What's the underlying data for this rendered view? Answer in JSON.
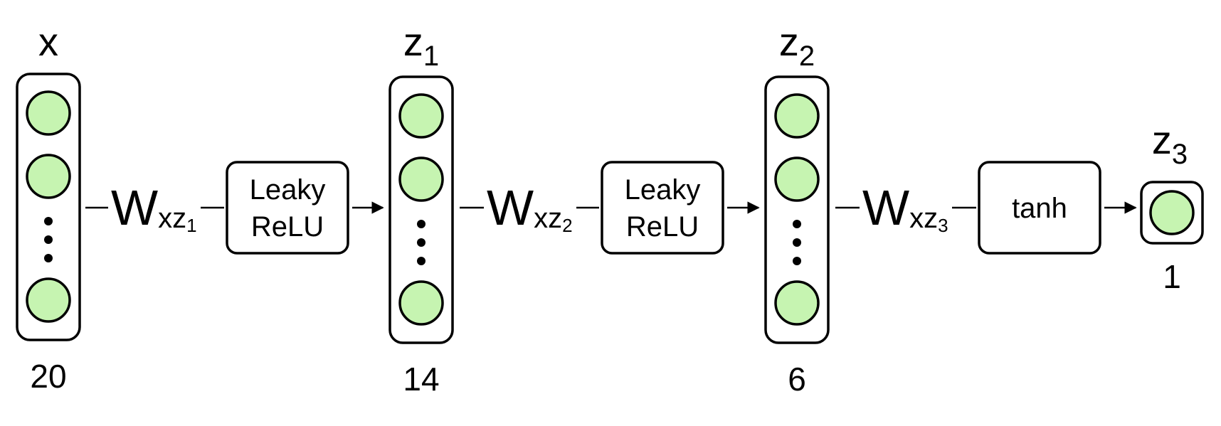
{
  "colors": {
    "neuron_fill": "#c6f4b1",
    "stroke": "#000000",
    "background": "#ffffff"
  },
  "layers": [
    {
      "name": "x",
      "sub": "",
      "size": "20"
    },
    {
      "name": "z",
      "sub": "1",
      "size": "14"
    },
    {
      "name": "z",
      "sub": "2",
      "size": "6"
    },
    {
      "name": "z",
      "sub": "3",
      "size": "1"
    }
  ],
  "weights": [
    {
      "main": "W",
      "sub": "xz",
      "subsub": "1"
    },
    {
      "main": "W",
      "sub": "xz",
      "subsub": "2"
    },
    {
      "main": "W",
      "sub": "xz",
      "subsub": "3"
    }
  ],
  "activations": [
    {
      "line1": "Leaky",
      "line2": "ReLU"
    },
    {
      "line1": "Leaky",
      "line2": "ReLU"
    },
    {
      "line1": "tanh",
      "line2": ""
    }
  ]
}
